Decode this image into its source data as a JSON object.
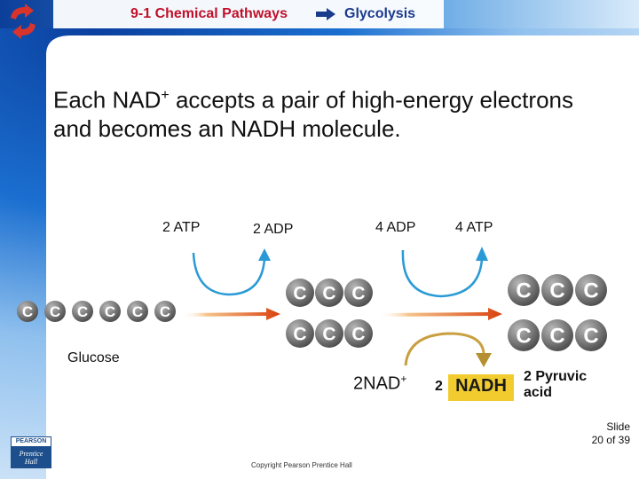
{
  "header": {
    "section": "9-1 Chemical Pathways",
    "topic": "Glycolysis"
  },
  "body_text": {
    "line1_a": "Each NAD",
    "line1_sup": "+",
    "line1_b": " accepts a pair of high-energy electrons",
    "line2": "and becomes an NADH molecule."
  },
  "diagram": {
    "atp_in": "2 ATP",
    "adp_out": "2 ADP",
    "adp_in": "4 ADP",
    "atp_out": "4 ATP",
    "glucose_label": "Glucose",
    "nad_label": "2NAD",
    "nad_sup": "+",
    "nadh_count": "2",
    "nadh_label": "NADH",
    "pyruvic_line1": "2 Pyruvic",
    "pyruvic_line2": "acid",
    "carbon_symbol": "C"
  },
  "footer": {
    "slide_line1": "Slide",
    "slide_line2": "20 of 39",
    "copyright": "Copyright Pearson Prentice Hall",
    "logo_top": "PEARSON",
    "logo_bottom_1": "Prentice",
    "logo_bottom_2": "Hall"
  },
  "colors": {
    "background_blue": "#1565c0",
    "header_red": "#c0102a",
    "header_blue": "#1a3a8c",
    "ball_gray": "#7a7a7a",
    "arrow_blue": "#2a9ad6",
    "arrow_orange": "#e86a16",
    "arrow_gold": "#c8a040",
    "nadh_yellow": "#f2cc2e"
  }
}
